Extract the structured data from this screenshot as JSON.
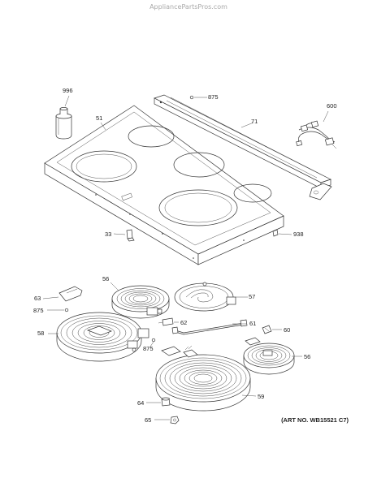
{
  "watermark": "AppliancePartsPros.com",
  "art_number": "(ART NO. WB15521 C7)",
  "callouts": {
    "c996": "996",
    "c51": "51",
    "c875_top": "875",
    "c71": "71",
    "c600": "600",
    "c33": "33",
    "c938": "938",
    "c56_left": "56",
    "c57": "57",
    "c63": "63",
    "c875_left": "875",
    "c58": "58",
    "c62": "62",
    "c61": "61",
    "c60": "60",
    "c875_mid": "875",
    "c56_right": "56",
    "c59": "59",
    "c64": "64",
    "c65": "65"
  }
}
